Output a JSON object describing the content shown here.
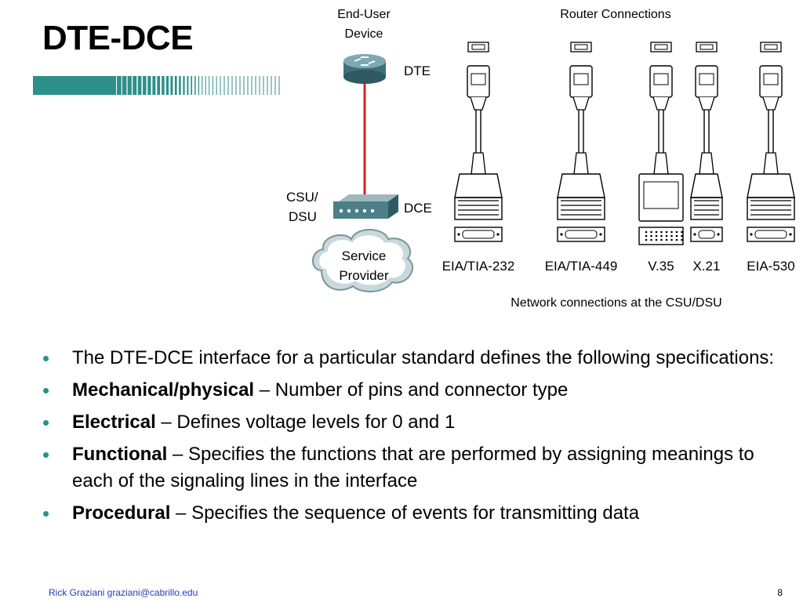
{
  "title": "DTE-DCE",
  "diagram": {
    "end_user_line1": "End-User",
    "end_user_line2": "Device",
    "router_connections": "Router Connections",
    "dte_label": "DTE",
    "dce_label": "DCE",
    "csu_line1": "CSU/",
    "csu_line2": "DSU",
    "cloud_line1": "Service",
    "cloud_line2": "Provider",
    "connectors": [
      {
        "label": "EIA/TIA-232"
      },
      {
        "label": "EIA/TIA-449"
      },
      {
        "label": "V.35"
      },
      {
        "label": "X.21"
      },
      {
        "label": "EIA-530"
      }
    ],
    "caption": "Network connections at the CSU/DSU",
    "link_color": "#e02020",
    "accent_color": "#2d8f8a"
  },
  "bullets": [
    {
      "term": "",
      "text": "The DTE-DCE interface for a particular standard defines the following specifications:"
    },
    {
      "term": "Mechanical/physical",
      "text": " – Number of pins and connector type"
    },
    {
      "term": "Electrical",
      "text": " – Defines voltage levels for 0 and 1"
    },
    {
      "term": "Functional",
      "text": " – Specifies the functions that are performed by assigning meanings to each of the signaling lines in the interface"
    },
    {
      "term": "Procedural",
      "text": " – Specifies the sequence of events for transmitting data"
    }
  ],
  "footer": {
    "author": "Rick Graziani  graziani@cabrillo.edu",
    "page": "8"
  }
}
